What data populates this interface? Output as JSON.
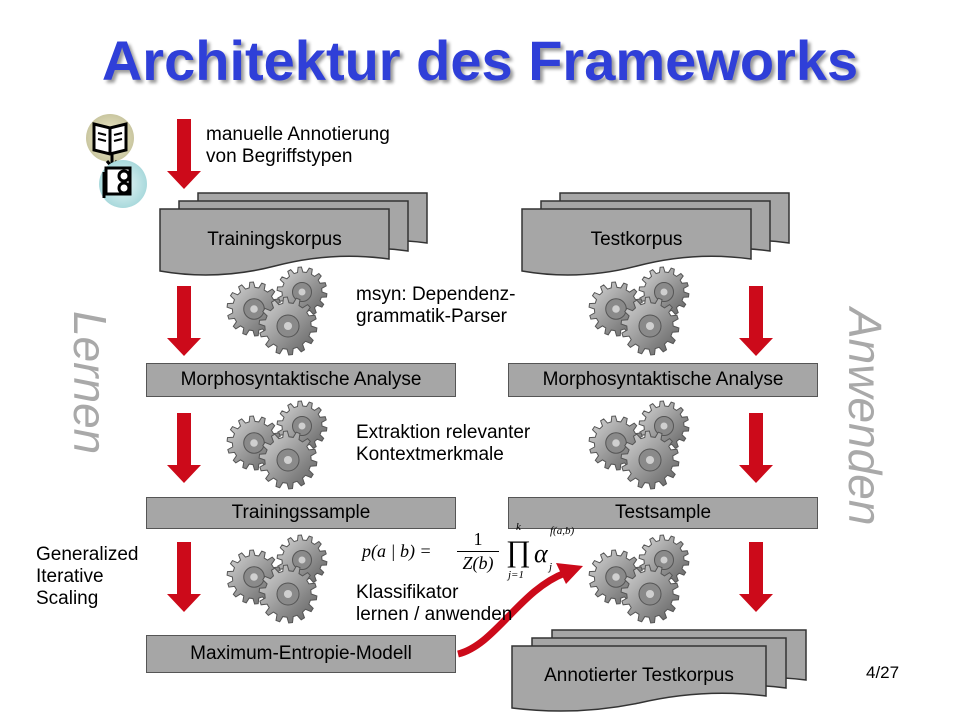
{
  "title": "Architektur des Frameworks",
  "side_labels": {
    "left": "Lernen",
    "right": "Anwenden"
  },
  "annotations": {
    "manual_line1": "manuelle Annotierung",
    "manual_line2": "von Begriffstypen",
    "msyn_line1": "msyn: Dependenz-",
    "msyn_line2": "grammatik-Parser",
    "extract_line1": "Extraktion relevanter",
    "extract_line2": "Kontextmerkmale",
    "gis_line1": "Generalized",
    "gis_line2": "Iterative",
    "gis_line3": "Scaling",
    "classifier_line1": "Klassifikator",
    "classifier_line2": "lernen / anwenden"
  },
  "left_column": {
    "corpus": "Trainingskorpus",
    "analysis": "Morphosyntaktische Analyse",
    "sample": "Trainingssample",
    "model": "Maximum-Entropie-Modell"
  },
  "right_column": {
    "corpus": "Testkorpus",
    "analysis": "Morphosyntaktische Analyse",
    "sample": "Testsample",
    "result": "Annotierter Testkorpus"
  },
  "formula": {
    "lhs": "p(a | b) =",
    "numerator": "1",
    "denominator": "Z(b)",
    "prod_upper": "k",
    "prod_lower": "j=1",
    "alpha": "α",
    "exponent": "f(a,b)",
    "subscript": "j"
  },
  "page_number": "4/27",
  "colors": {
    "title": "#2f3fd8",
    "arrow": "#cc0a1a",
    "box": "#a6a6a6",
    "side": "#a9a9a9"
  },
  "icons": [
    "book-icon",
    "robot-icon",
    "gears-icon"
  ]
}
